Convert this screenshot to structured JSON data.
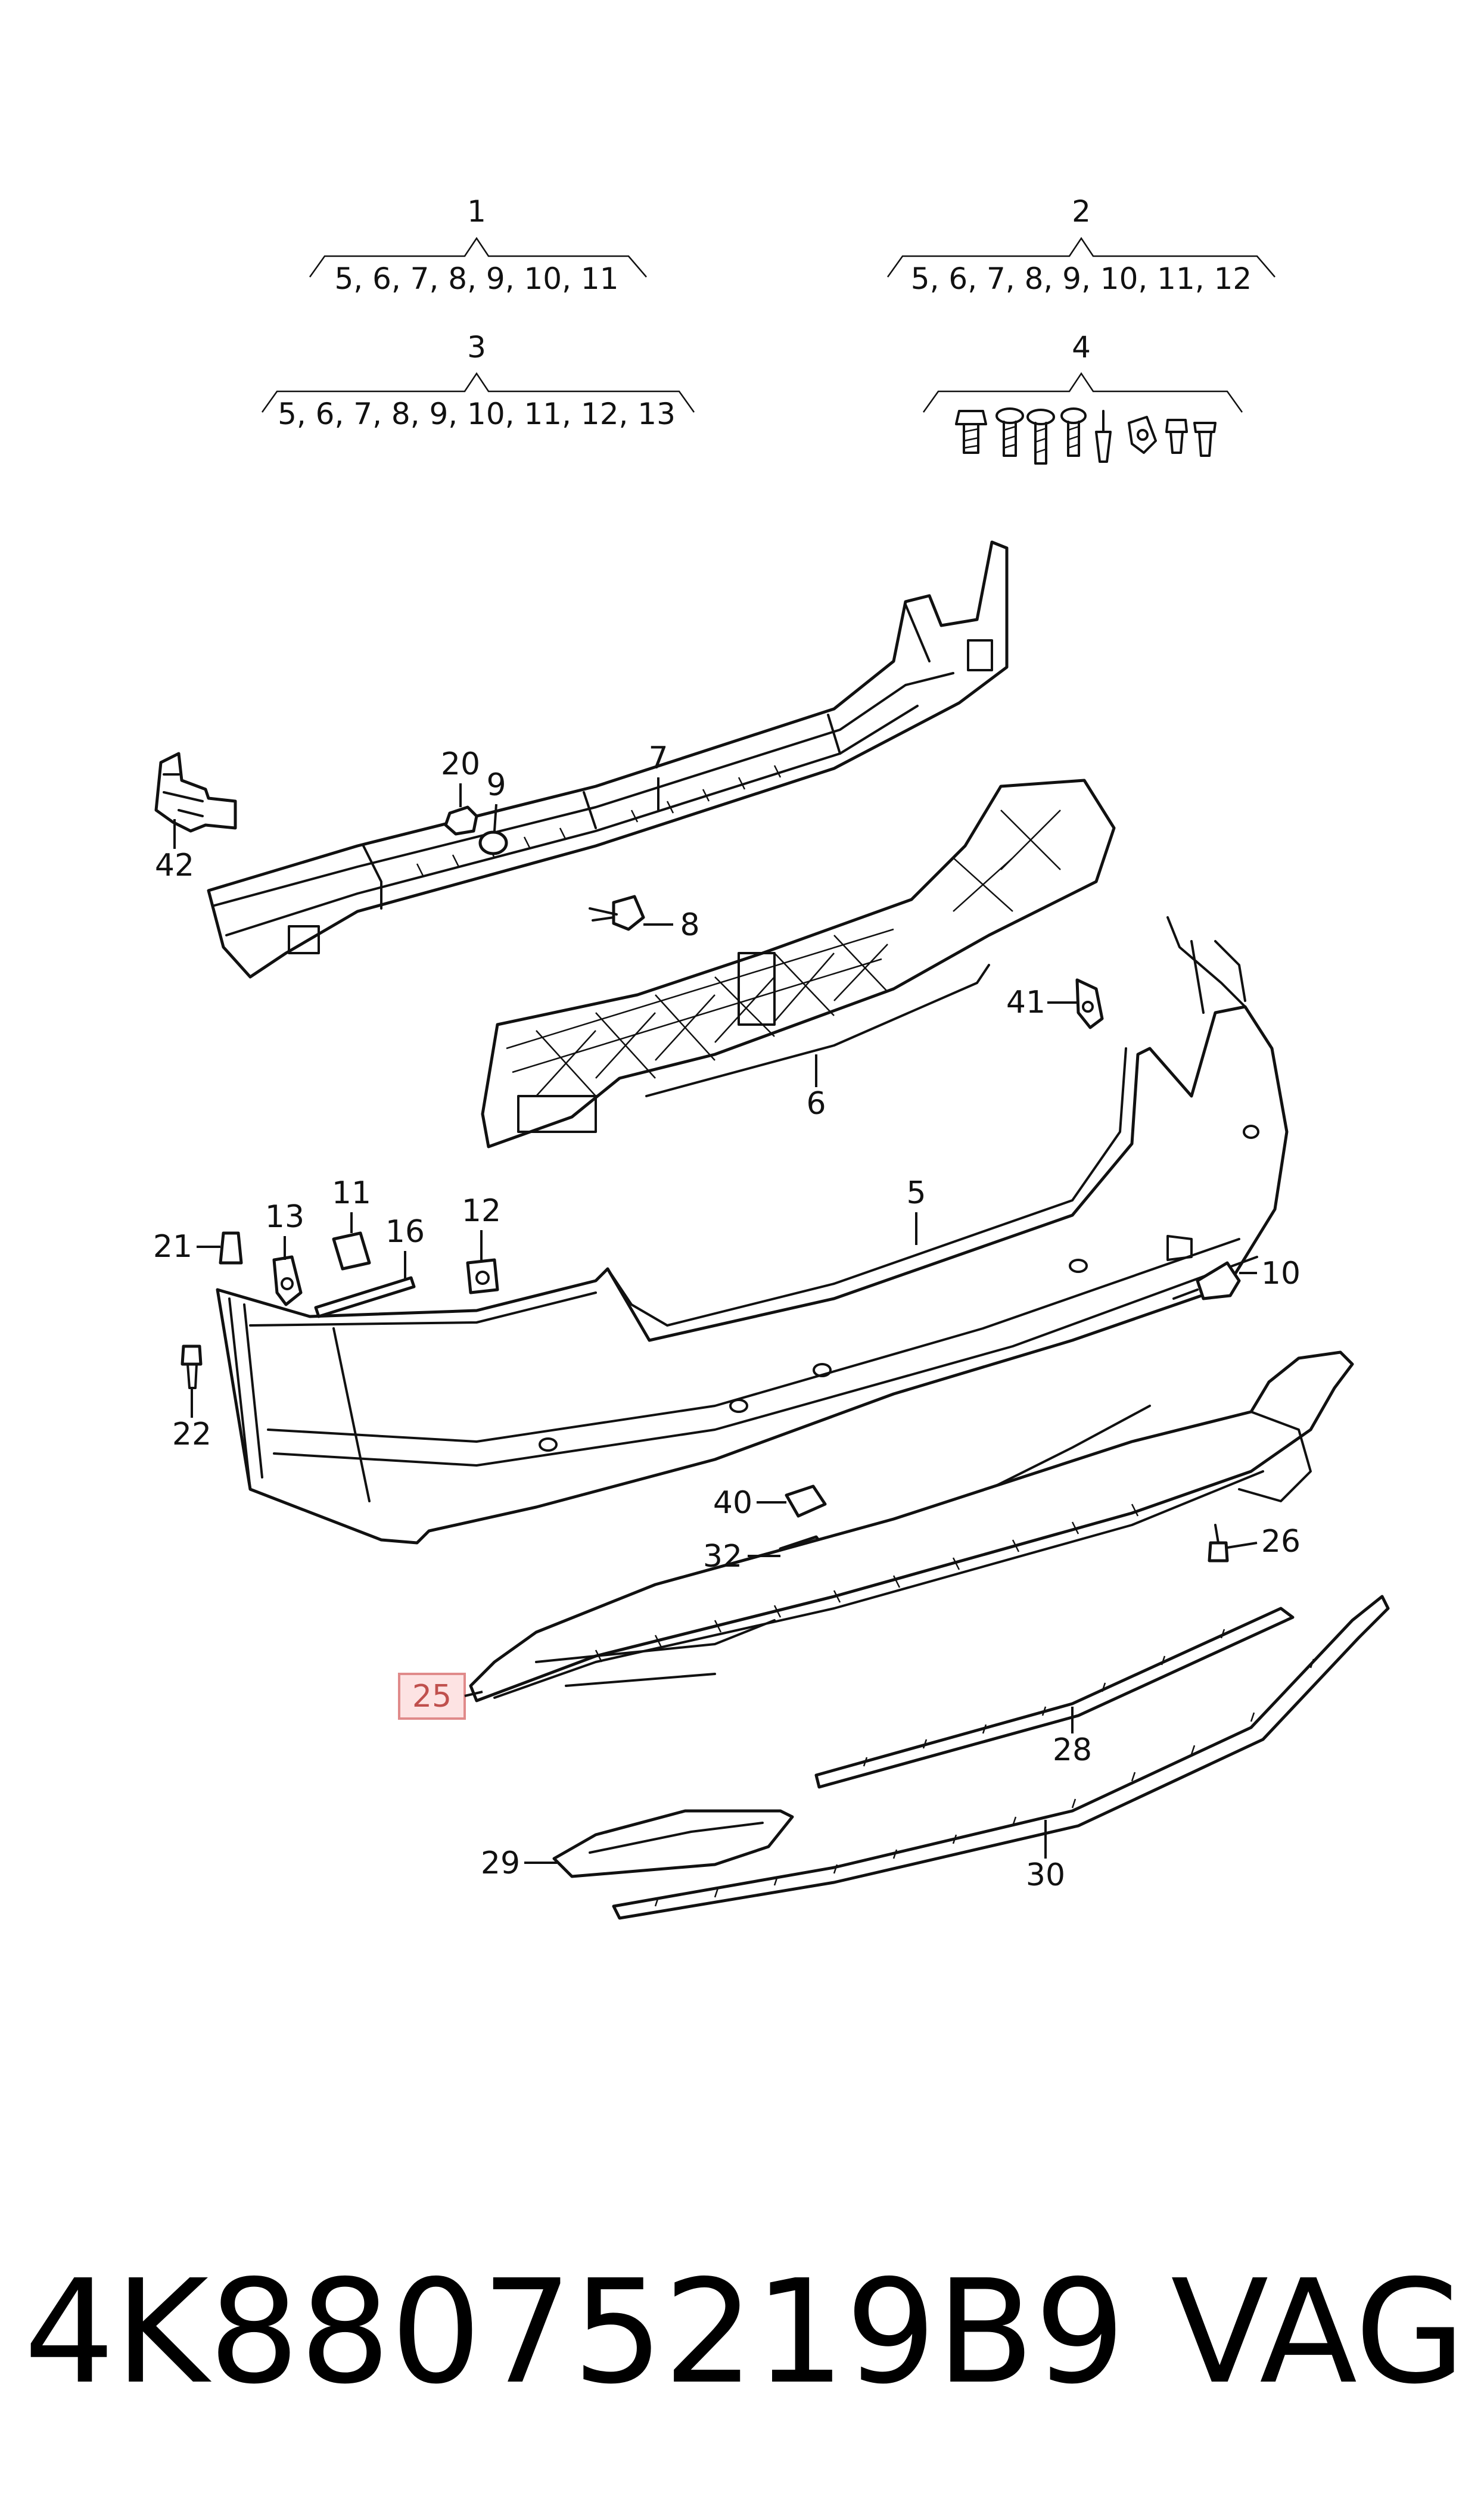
{
  "groups": [
    {
      "number": "1",
      "contents": "5, 6, 7, 8, 9, 10, 11"
    },
    {
      "number": "2",
      "contents": "5, 6, 7, 8, 9, 10, 11, 12"
    },
    {
      "number": "3",
      "contents": "5, 6, 7, 8, 9, 10, 11, 12, 13"
    },
    {
      "number": "4",
      "contents": ""
    }
  ],
  "callouts": {
    "p5": "5",
    "p6": "6",
    "p7": "7",
    "p8": "8",
    "p9": "9",
    "p10": "10",
    "p11": "11",
    "p12": "12",
    "p13": "13",
    "p16": "16",
    "p20": "20",
    "p21": "21",
    "p22": "22",
    "p25": "25",
    "p26": "26",
    "p28": "28",
    "p29": "29",
    "p30": "30",
    "p32": "32",
    "p40": "40",
    "p41": "41",
    "p42": "42"
  },
  "highlighted_part": "25",
  "highlight_color": "#fde3e3",
  "footer": {
    "part_number": "4K88075219B9",
    "brand": "VAG"
  }
}
